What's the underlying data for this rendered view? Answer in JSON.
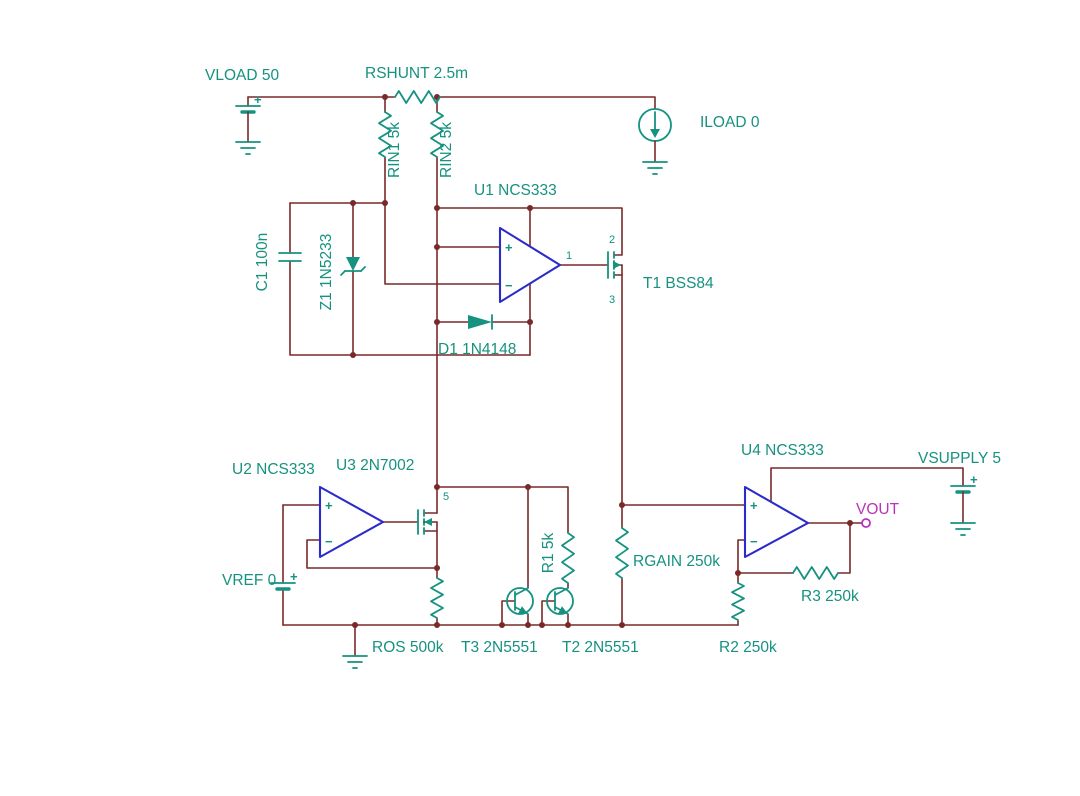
{
  "colors": {
    "wire": "#7a2929",
    "comp": "#159280",
    "opamp": "#2b2bcc",
    "vout": "#bb33bb",
    "bg": "#ffffff"
  },
  "components": {
    "vload": {
      "label": "VLOAD 50"
    },
    "rshunt": {
      "label": "RSHUNT 2.5m"
    },
    "rin1": {
      "label": "RIN1 5k"
    },
    "rin2": {
      "label": "RIN2 5k"
    },
    "iload": {
      "label": "ILOAD 0"
    },
    "u1": {
      "label": "U1 NCS333",
      "pin_output": "1"
    },
    "t1": {
      "label": "T1 BSS84",
      "pin_top": "2",
      "pin_bottom": "3"
    },
    "c1": {
      "label": "C1 100n"
    },
    "z1": {
      "label": "Z1 1N5233"
    },
    "d1": {
      "label": "D1 1N4148"
    },
    "u2": {
      "label": "U2 NCS333"
    },
    "u3": {
      "label": "U3 2N7002",
      "pin_top": "5"
    },
    "vref": {
      "label": "VREF 0"
    },
    "ros": {
      "label": "ROS 500k"
    },
    "r1": {
      "label": "R1 5k"
    },
    "t3": {
      "label": "T3 2N5551"
    },
    "t2": {
      "label": "T2 2N5551"
    },
    "rgain": {
      "label": "RGAIN 250k"
    },
    "u4": {
      "label": "U4 NCS333"
    },
    "vout": {
      "label": "VOUT"
    },
    "vsupply": {
      "label": "VSUPPLY 5"
    },
    "r2": {
      "label": "R2 250k"
    },
    "r3": {
      "label": "R3 250k"
    }
  },
  "symbols": {
    "plus": "+",
    "minus": "−"
  }
}
